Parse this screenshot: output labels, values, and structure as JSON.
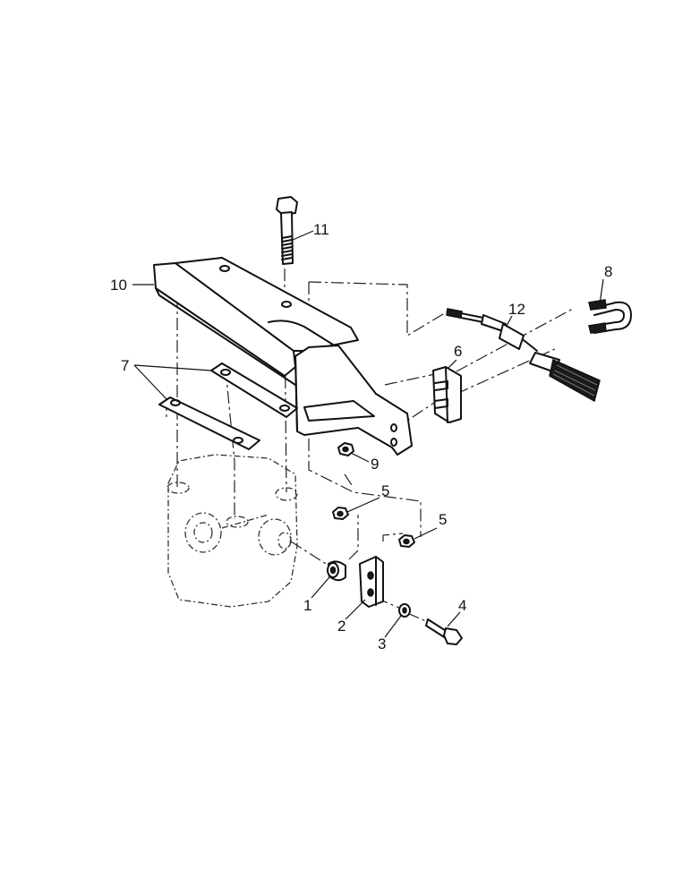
{
  "diagram": {
    "callouts": {
      "c1": "1",
      "c2": "2",
      "c3": "3",
      "c4": "4",
      "c5a": "5",
      "c5b": "5",
      "c6": "6",
      "c7": "7",
      "c8": "8",
      "c9": "9",
      "c10": "10",
      "c11": "11",
      "c12": "12"
    }
  }
}
